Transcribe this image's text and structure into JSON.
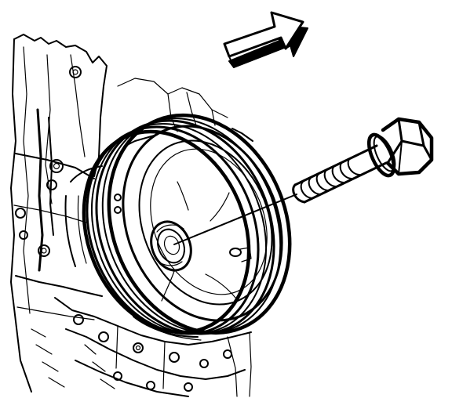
{
  "diagram": {
    "kind": "technical-illustration",
    "style": "monochrome line art",
    "colors": {
      "ink": "#000000",
      "background": "#ffffff"
    },
    "parts": [
      {
        "name": "engine-block",
        "icon": "engine-block-outline"
      },
      {
        "name": "crankshaft-balancer-pulley",
        "icon": "pulley-wheel"
      },
      {
        "name": "balancer-bolt",
        "icon": "hex-flange-bolt"
      },
      {
        "name": "installation-direction-arrow",
        "icon": "block-arrow-up-right"
      },
      {
        "name": "alignment-leader-line",
        "icon": "leader-line"
      }
    ]
  }
}
